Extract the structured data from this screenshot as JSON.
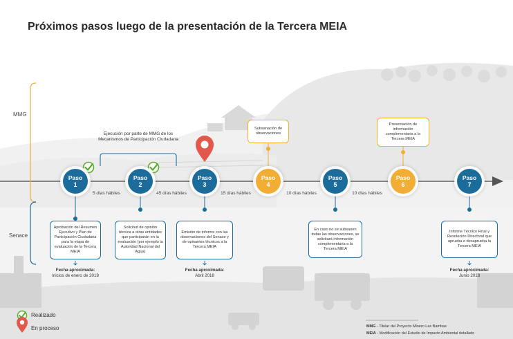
{
  "title": "Próximos pasos luego de la presentación de la Tercera MEIA",
  "lanes": {
    "top": "MMG",
    "bottom": "Senace"
  },
  "execution_label": "Ejecución por parte de MMG de los Mecanismos de Participación Ciudadana",
  "steps": [
    {
      "label": "Paso",
      "number": "1",
      "status": "done"
    },
    {
      "label": "Paso",
      "number": "2",
      "status": "done"
    },
    {
      "label": "Paso",
      "number": "3",
      "status": "current"
    },
    {
      "label": "Paso",
      "number": "4",
      "status": "mmg"
    },
    {
      "label": "Paso",
      "number": "5",
      "status": "senace"
    },
    {
      "label": "Paso",
      "number": "6",
      "status": "mmg"
    },
    {
      "label": "Paso",
      "number": "7",
      "status": "senace"
    }
  ],
  "durations": [
    "5 días hábiles",
    "45 días hábiles",
    "15 días hábiles",
    "10 días hábiles",
    "10 días hábiles"
  ],
  "mmg_boxes": {
    "step4": "Subsanación de observaciones",
    "step6": "Presentación de información complementaria a la Tercera MEIA"
  },
  "senace_boxes": {
    "step1": "Aprobación del Resumen Ejecutivo y Plan de Participación Ciudadana para la etapa de evaluación de la Tercera MEIA",
    "step2": "Solicitud de opinión técnica a otras entidades que participarán en la evaluación (por ejemplo la Autoridad Nacional del Agua)",
    "step3": "Emisión de informe con las observaciones del Senace y de opinantes técnicos a la Tercera MEIA",
    "step5": "En caso no se subsanen todas las observaciones, se solicitará información complementaria a la Tercera MEIA",
    "step7": "Informe Técnico Final y Resolución Directoral que aprueba o desaprueba la Tercera MEIA"
  },
  "dates": {
    "step1": {
      "label": "Fecha aproximada:",
      "value": "Inicios de enero de 2018"
    },
    "step3": {
      "label": "Fecha aproximada:",
      "value": "Abril 2018"
    },
    "step7": {
      "label": "Fecha aproximada:",
      "value": "Junio 2018"
    }
  },
  "legend": {
    "done": "Realizado",
    "in_progress": "En proceso"
  },
  "abbreviations": [
    {
      "abbr": "MMG",
      "text": "- Titular del Proyecto Minero Las Bambas"
    },
    {
      "abbr": "MEIA",
      "text": "- Modificación del Estudio de Impacto Ambiental detallado"
    }
  ],
  "colors": {
    "blue": "#1b6c9b",
    "orange": "#f2ad34",
    "green": "#5cae2e",
    "red": "#e2584a"
  },
  "icons": [
    "check-icon",
    "location-pin-icon"
  ]
}
